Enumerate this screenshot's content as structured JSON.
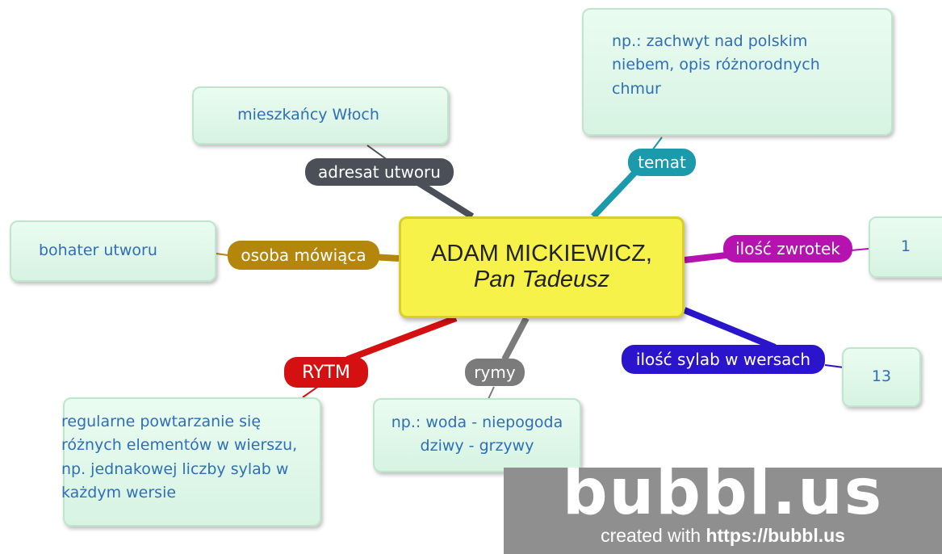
{
  "center": {
    "line1": "ADAM MICKIEWICZ,",
    "line2": "Pan Tadeusz",
    "color": "#f6f24a"
  },
  "branches": {
    "adresat": {
      "label": "adresat utworu",
      "color": "#4b5058"
    },
    "temat": {
      "label": "temat",
      "color": "#1a9aab"
    },
    "osoba": {
      "label": "osoba mówiąca",
      "color": "#b5860c"
    },
    "zwrotek": {
      "label": "ilość zwrotek",
      "color": "#b512b0"
    },
    "sylab": {
      "label": "ilość sylab w wersach",
      "color": "#2a14cc"
    },
    "rytm": {
      "label": "RYTM",
      "color": "#d41010"
    },
    "rymy": {
      "label": "rymy",
      "color": "#7b7b7b"
    }
  },
  "notes": {
    "mieszkancy": "mieszkańcy Włoch",
    "temat_lines": [
      "np.: zachwyt nad polskim",
      "niebem, opis różnorodnych",
      "chmur"
    ],
    "bohater": "bohater utworu",
    "zwrotek_value": "1",
    "sylab_value": "13",
    "rytm_lines": [
      "regularne powtarzanie się",
      "różnych elementów w wierszu,",
      "np. jednakowej liczby sylab w",
      "każdym wersie"
    ],
    "rymy_lines": [
      "np.: woda - niepogoda",
      "dziwy - grzywy"
    ]
  },
  "watermark": {
    "logo": "bubbl.us",
    "credit_prefix": "created with ",
    "credit_url": "https://bubbl.us"
  }
}
